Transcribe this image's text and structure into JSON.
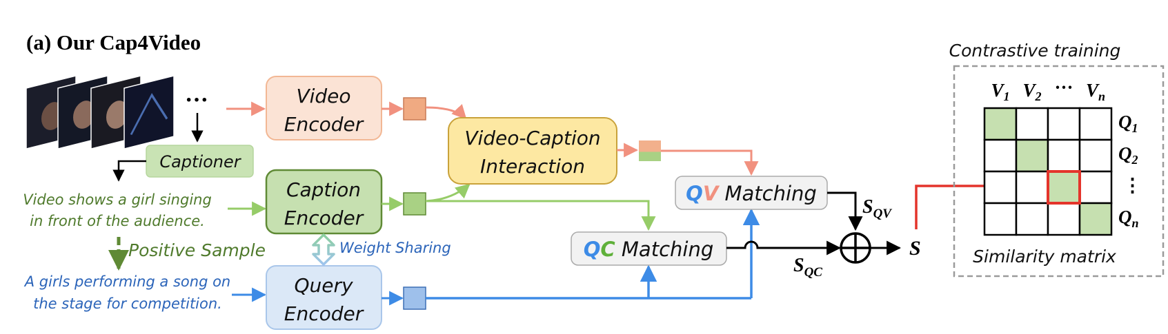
{
  "title": "(a) Our Cap4Video",
  "colors": {
    "video": "#f1917f",
    "caption": "#96cc68",
    "query": "#3d8be6",
    "red": "#e4342b",
    "text_green": "#4f7a2c",
    "text_blue": "#2b64b9"
  },
  "video_frames": {
    "ellipsis": "···"
  },
  "captioner": {
    "label": "Captioner"
  },
  "caption_text": {
    "line1": "Video shows a girl singing",
    "line2": "in front of the audience."
  },
  "positive_sample": {
    "label": "Positive Sample"
  },
  "query_text": {
    "line1": "A girls performing a song on",
    "line2": "the stage for competition."
  },
  "video_encoder": {
    "line1": "Video",
    "line2": "Encoder"
  },
  "caption_encoder": {
    "line1": "Caption",
    "line2": "Encoder"
  },
  "query_encoder": {
    "line1": "Query",
    "line2": "Encoder"
  },
  "weight_sharing": {
    "label": "Weight Sharing"
  },
  "interaction": {
    "line1": "Video-Caption",
    "line2": "Interaction"
  },
  "qv_matching": {
    "q": "Q",
    "v": "V",
    "label": " Matching"
  },
  "qc_matching": {
    "q": "Q",
    "c": "C",
    "label": " Matching"
  },
  "scores": {
    "s_qv": {
      "main": "S",
      "sub": "QV"
    },
    "s_qc": {
      "main": "S",
      "sub": "QC"
    },
    "s": "S"
  },
  "contrastive": {
    "title": "Contrastive training",
    "caption": "Similarity matrix",
    "columns": [
      {
        "main": "V",
        "sub": "1"
      },
      {
        "main": "V",
        "sub": "2"
      },
      {
        "main": "···",
        "sub": ""
      },
      {
        "main": "V",
        "sub": "n"
      }
    ],
    "rows": [
      {
        "main": "Q",
        "sub": "1"
      },
      {
        "main": "Q",
        "sub": "2"
      },
      {
        "main": "⋮",
        "sub": ""
      },
      {
        "main": "Q",
        "sub": "n"
      }
    ],
    "diagonal": "filled"
  }
}
